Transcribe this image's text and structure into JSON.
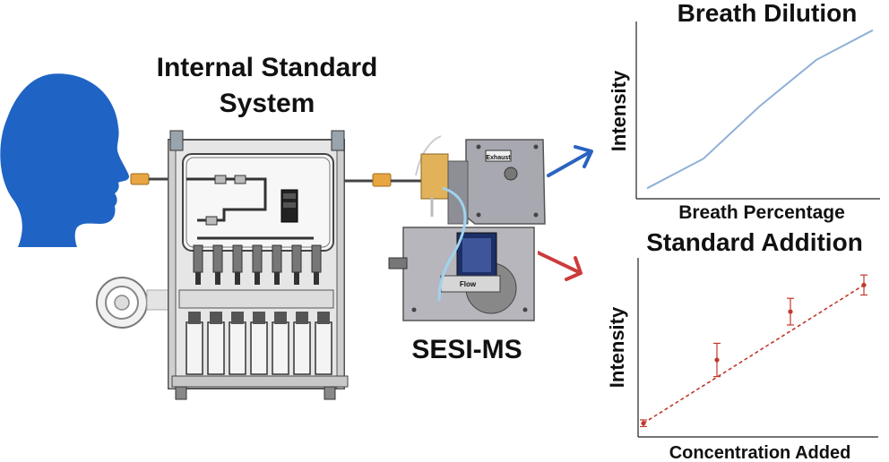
{
  "labels": {
    "system_line1": "Internal Standard",
    "system_line2": "System",
    "instrument": "SESI-MS",
    "device_tag_top": "Exhaust",
    "device_tag_flow": "Flow"
  },
  "charts": [
    {
      "type": "line",
      "title": "Breath Dilution",
      "xlabel": "Breath Percentage",
      "ylabel": "Intensity",
      "x": [
        0,
        1,
        2,
        3,
        4
      ],
      "y": [
        2,
        20,
        52,
        80,
        98
      ],
      "ylim": [
        0,
        100
      ],
      "xlim": [
        0,
        4
      ],
      "color": "#8fb0d8"
    },
    {
      "type": "scatter",
      "title": "Standard Addition",
      "xlabel": "Concentration Added",
      "ylabel": "Intensity",
      "x": [
        0,
        1,
        2,
        3
      ],
      "y": [
        5,
        43,
        72,
        88
      ],
      "err": [
        2,
        10,
        8,
        6
      ],
      "ylim": [
        0,
        100
      ],
      "xlim": [
        0,
        3
      ],
      "color": "#c0392b"
    }
  ],
  "colors": {
    "head": "#1f64c4",
    "arrow_blue": "#2a63c0",
    "arrow_red": "#cc3b3b",
    "device": "#a8a8b0"
  }
}
